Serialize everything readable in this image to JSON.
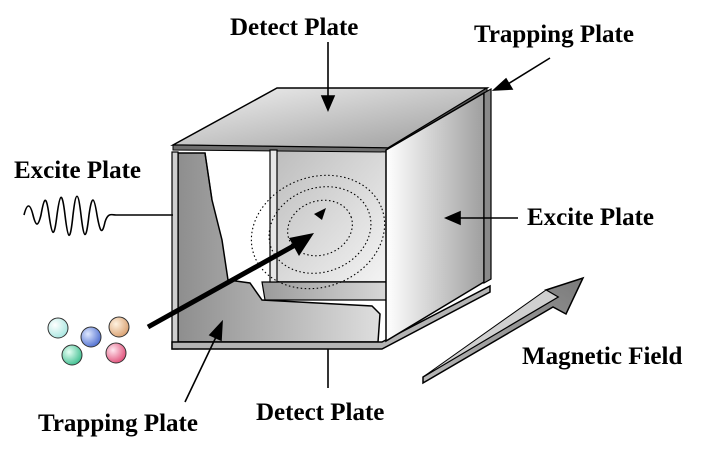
{
  "labels": {
    "detect_top": "Detect Plate",
    "trapping_top": "Trapping Plate",
    "excite_left": "Excite Plate",
    "excite_right": "Excite Plate",
    "magnetic_field": "Magnetic Field",
    "trapping_bottom": "Trapping Plate",
    "detect_bottom": "Detect Plate"
  },
  "ions": {
    "colors": [
      "#a8e6e0",
      "#4f6fd0",
      "#d9a070",
      "#3fbf90",
      "#e0507a"
    ]
  }
}
